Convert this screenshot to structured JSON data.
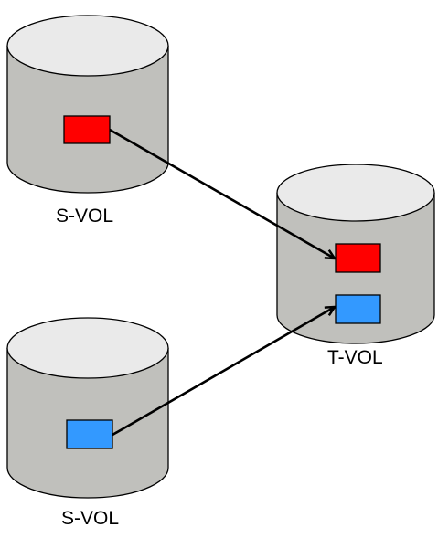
{
  "volumes": [
    {
      "label": "S-VOL",
      "block_color": "#ff0000"
    },
    {
      "label": "S-VOL",
      "block_color": "#3399ff"
    },
    {
      "label": "T-VOL",
      "block_colors": [
        "#ff0000",
        "#3399ff"
      ]
    }
  ],
  "colors": {
    "cylinder_body": "#c0c0bc",
    "cylinder_top": "#eaeaea",
    "outline": "#000000",
    "arrow": "#000000"
  }
}
